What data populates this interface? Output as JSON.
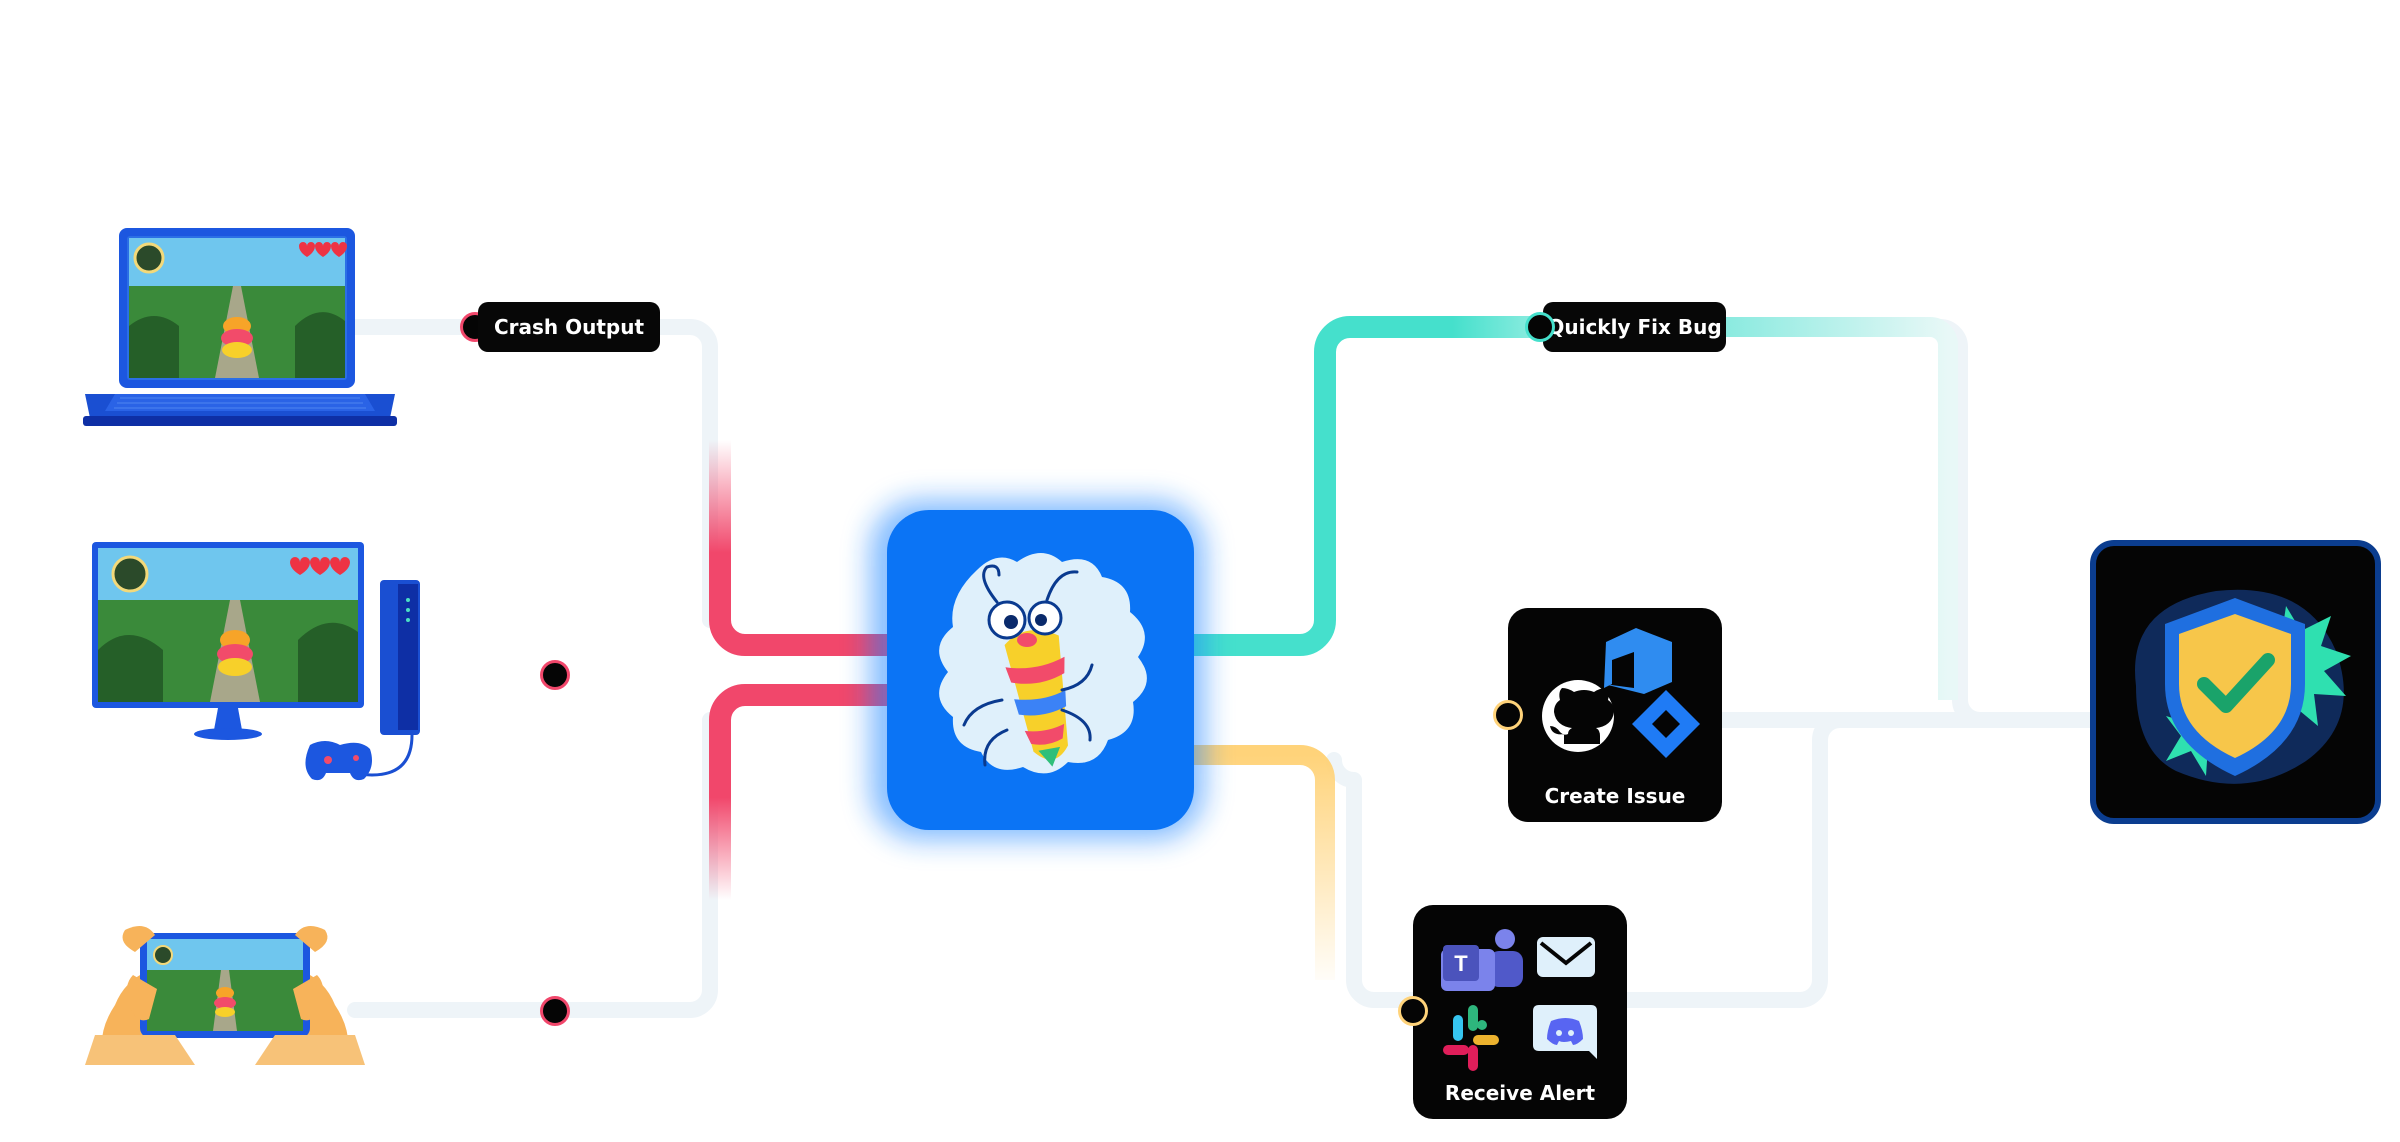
{
  "diagram": {
    "labels": {
      "crash_output": "Crash Output",
      "quickly_fix_bug": "Quickly Fix Bug",
      "create_issue": "Create Issue",
      "receive_alert": "Receive Alert"
    },
    "sources": [
      "laptop",
      "console-monitor",
      "mobile-phone"
    ],
    "hub": "bug-mascot",
    "targets": [
      "quickly-fix-bug",
      "create-issue",
      "receive-alert",
      "shield-check"
    ],
    "colors": {
      "crash_red": "#f1476b",
      "fix_teal": "#45e0cc",
      "issue_yellow": "#ffd37a",
      "hub_blue": "#0b74f5",
      "node_dark": "#050505",
      "line_faint": "#eef4f8"
    },
    "icons": {
      "create_issue": [
        "azure-devops-icon",
        "github-icon",
        "jira-icon"
      ],
      "receive_alert": [
        "teams-icon",
        "email-icon",
        "slack-icon",
        "discord-icon"
      ],
      "final": "shield-check-icon"
    }
  }
}
